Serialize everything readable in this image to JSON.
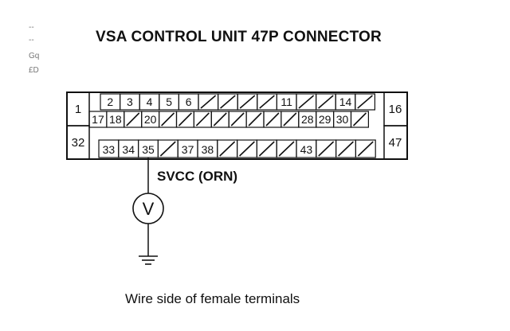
{
  "diagram": {
    "title": "VSA CONTROL UNIT 47P CONNECTOR",
    "caption": "Wire side of female terminals",
    "wire_label": "SVCC (ORN)",
    "scan_marks": [
      "--",
      "--",
      "Gq",
      "£D"
    ],
    "connector": {
      "side_pins": {
        "top_left": "1",
        "bottom_left": "32",
        "top_right": "16",
        "bottom_right": "47"
      },
      "row1": [
        "2",
        "3",
        "4",
        "5",
        "6",
        "",
        "",
        "",
        "",
        "11",
        "",
        "",
        "14",
        ""
      ],
      "row2": [
        "17",
        "18",
        "",
        "20",
        "",
        "",
        "",
        "",
        "",
        "",
        "",
        "",
        "28",
        "29",
        "30",
        ""
      ],
      "row3": [
        "33",
        "34",
        "35",
        "",
        "37",
        "38",
        "",
        "",
        "",
        "",
        "43",
        "",
        "",
        ""
      ]
    },
    "probe_pin": "35",
    "meter_symbol": "V",
    "ground_symbol": "ground"
  }
}
